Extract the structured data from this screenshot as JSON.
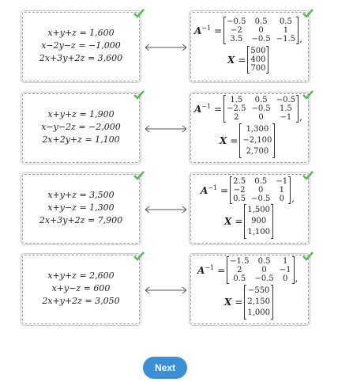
{
  "pairs": [
    {
      "system": [
        "x+y+z = 1,600",
        "x−2y−z = −1,000",
        "2x+3y+2z = 3,600"
      ],
      "inverse": [
        [
          "−0.5",
          "0.5",
          "0.5"
        ],
        [
          "−2",
          "0",
          "1"
        ],
        [
          "3.5",
          "−0.5",
          "−1.5"
        ]
      ],
      "solution": [
        "500",
        "400",
        "700"
      ]
    },
    {
      "system": [
        "x+y+z = 1,900",
        "x−y−2z = −2,000",
        "2x+2y+z = 1,100"
      ],
      "inverse": [
        [
          "1.5",
          "0.5",
          "−0.5"
        ],
        [
          "−2.5",
          "−0.5",
          "1.5"
        ],
        [
          "2",
          "0",
          "−1"
        ]
      ],
      "solution": [
        "1,300",
        "−2,100",
        "2,700"
      ]
    },
    {
      "system": [
        "x+y+z = 3,500",
        "x+y−z = 1,300",
        "2x+3y+2z = 7,900"
      ],
      "inverse": [
        [
          "2.5",
          "0.5",
          "−1"
        ],
        [
          "−2",
          "0",
          "1"
        ],
        [
          "0.5",
          "−0.5",
          "0"
        ]
      ],
      "solution": [
        "1,500",
        "900",
        "1,100"
      ]
    },
    {
      "system": [
        "x+y+z = 2,600",
        "x+y−z = 600",
        "2x+y+2z = 3,050"
      ],
      "inverse": [
        [
          "−1.5",
          "0.5",
          "1"
        ],
        [
          "2",
          "0",
          "−1"
        ],
        [
          "0.5",
          "−0.5",
          "0"
        ]
      ],
      "solution": [
        "−550",
        "2,150",
        "1,000"
      ]
    }
  ],
  "labels": {
    "inverse": "A",
    "inverse_exp": "−1",
    "solution": "X",
    "equals": "=",
    "comma": ","
  },
  "colors": {
    "check": "#5cb85c",
    "button": "#3b8fd6"
  },
  "next_label": "Next"
}
